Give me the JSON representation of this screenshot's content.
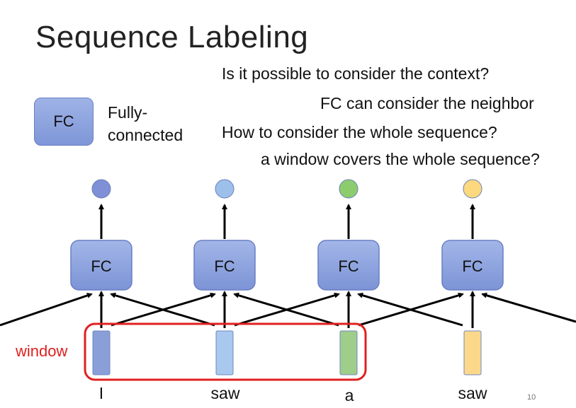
{
  "slide": {
    "title": "Sequence Labeling",
    "questions": [
      "Is it possible to consider the context?",
      "FC can consider the neighbor",
      "How to consider the whole sequence?",
      "a window covers the whole sequence?"
    ],
    "legend": {
      "box_label": "FC",
      "label_line1": "Fully-",
      "label_line2": "connected"
    },
    "window_label": "window",
    "fc_label": "FC",
    "tokens": [
      {
        "word": "I",
        "color": "#8a9ed8"
      },
      {
        "word": "saw",
        "color": "#a9c8ee"
      },
      {
        "word": "a",
        "color": "#9fcd8a"
      },
      {
        "word": "saw",
        "color": "#fcd98a"
      }
    ],
    "output_colors": [
      "#7f90d6",
      "#9cc0ea",
      "#8ccc6d",
      "#fcd87e"
    ],
    "window_color": "#e02020",
    "page_number": "10"
  }
}
